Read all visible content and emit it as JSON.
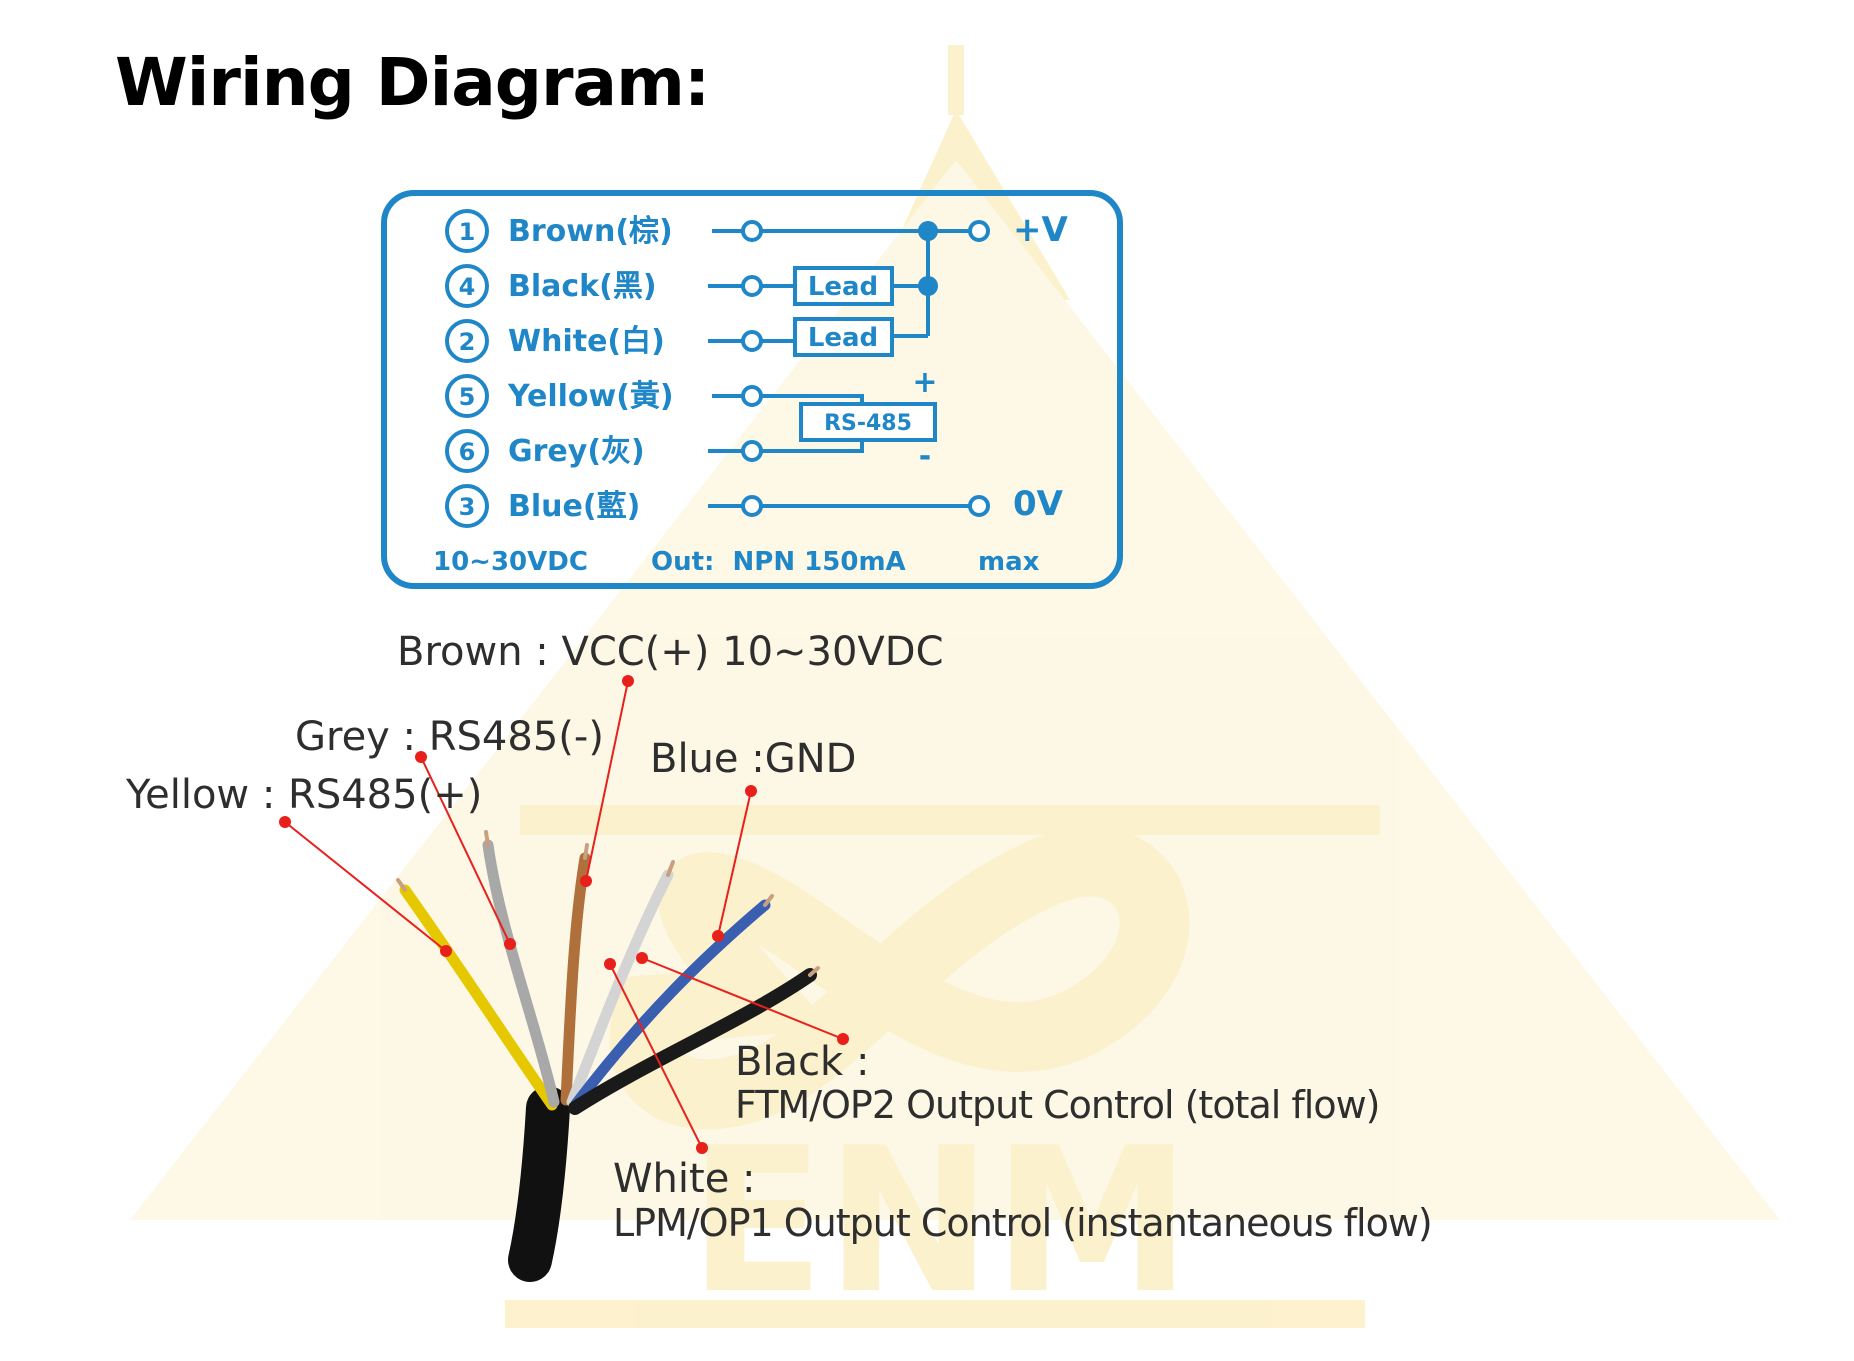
{
  "title": "Wiring Diagram:",
  "watermark": {
    "text": "ENM",
    "color": "#fbe6a6"
  },
  "panel": {
    "border_color": "#1f86c8",
    "rows": [
      {
        "num": "1",
        "label": "Brown(棕)"
      },
      {
        "num": "4",
        "label": "Black(黑)"
      },
      {
        "num": "2",
        "label": "White(白)"
      },
      {
        "num": "5",
        "label": "Yellow(黃)"
      },
      {
        "num": "6",
        "label": "Grey(灰)"
      },
      {
        "num": "3",
        "label": "Blue(藍)"
      }
    ],
    "lead_label": "Lead",
    "rs485_label": "RS-485",
    "rs485_plus": "+",
    "rs485_minus": "-",
    "plus_v": "+V",
    "zero_v": "0V",
    "footer": {
      "voltage": "10~30VDC",
      "output": "Out:  NPN 150mA",
      "max": "max"
    }
  },
  "callouts": {
    "brown": "Brown : VCC(+) 10~30VDC",
    "grey": "Grey : RS485(-)",
    "blue": "Blue  :GND",
    "yellow": "Yellow : RS485(+)",
    "black_name": "Black :",
    "black_desc": "FTM/OP2 Output Control (total flow)",
    "white_name": "White :",
    "white_desc": "LPM/OP1 Output Control (instantaneous flow)"
  },
  "callout_color": "#e8201c",
  "wire_colors": {
    "yellow": "#e6c800",
    "grey": "#a8a8a8",
    "brown": "#b0703c",
    "white": "#dcdcdc",
    "blue": "#3a5fb0",
    "black": "#1a1a1a"
  }
}
